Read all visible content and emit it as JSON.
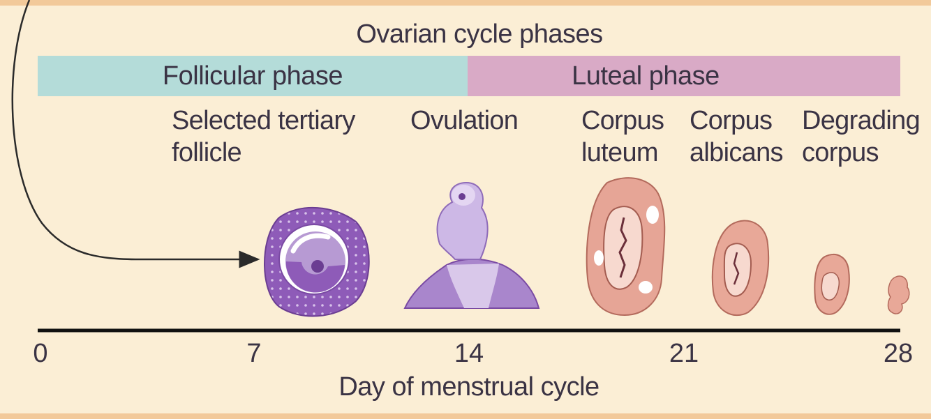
{
  "title": "Ovarian cycle phases",
  "phases": [
    {
      "label": "Follicular phase",
      "color": "#b4dcd9"
    },
    {
      "label": "Luteal phase",
      "color": "#d9aac6"
    }
  ],
  "stages": [
    {
      "line1": "Selected tertiary",
      "line2": "follicle"
    },
    {
      "line1": "Ovulation",
      "line2": ""
    },
    {
      "line1": "Corpus",
      "line2": "luteum"
    },
    {
      "line1": "Corpus",
      "line2": "albicans"
    },
    {
      "line1": "Degrading",
      "line2": "corpus"
    }
  ],
  "axis": {
    "label": "Day of menstrual cycle",
    "ticks": [
      "0",
      "7",
      "14",
      "21",
      "28"
    ]
  },
  "colors": {
    "background": "#fbeed5",
    "frame": "#f2c99a",
    "follicle_purple": "#8e5bb8",
    "corpus_pink": "#e8a898"
  }
}
